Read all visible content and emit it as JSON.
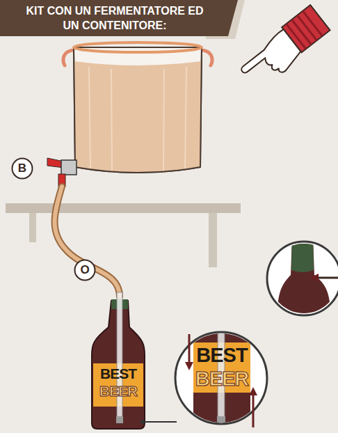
{
  "diagram": {
    "title": "KIT CON UN FERMENTATORE ED UN CONTENITORE:",
    "nodes": [
      {
        "text": [
          "B"
        ]
      },
      {
        "text": [
          "O"
        ]
      }
    ],
    "labels": [
      "BEST",
      "BEER",
      "BEST",
      "BEER"
    ]
  }
}
